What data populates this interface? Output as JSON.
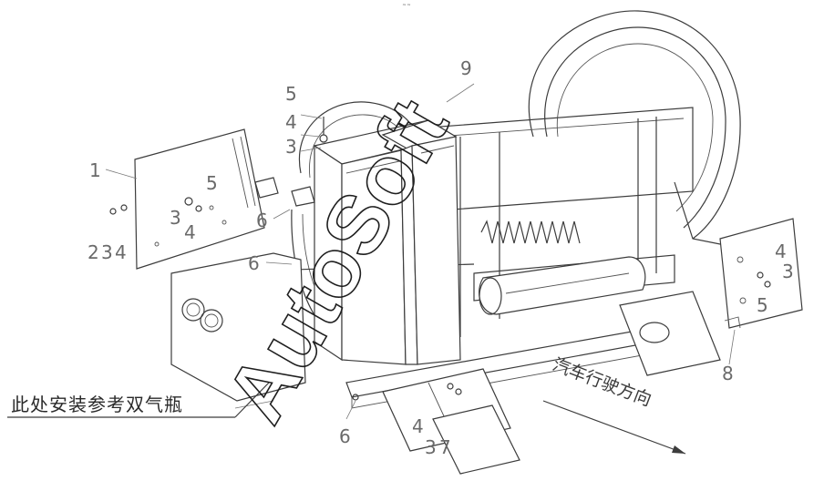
{
  "diagram": {
    "part_labels": {
      "p1": "1",
      "p2": "2",
      "p3a": "3",
      "p4a": "4",
      "p5a": "5",
      "p3b": "3",
      "p4b": "4",
      "p5b": "5",
      "p3c": "3",
      "p4c": "4",
      "p6a": "6",
      "p6b": "6",
      "p6c": "6",
      "p9": "9",
      "p4d": "4",
      "p3d": "3",
      "p5d": "5",
      "p8": "8",
      "p4e": "4",
      "p3e": "3",
      "p7": "7"
    },
    "caption": "此处安装参考双气瓶",
    "direction_label": "汽车行驶方向",
    "watermark": "AutoSoft",
    "top_mark": "˜˜"
  }
}
